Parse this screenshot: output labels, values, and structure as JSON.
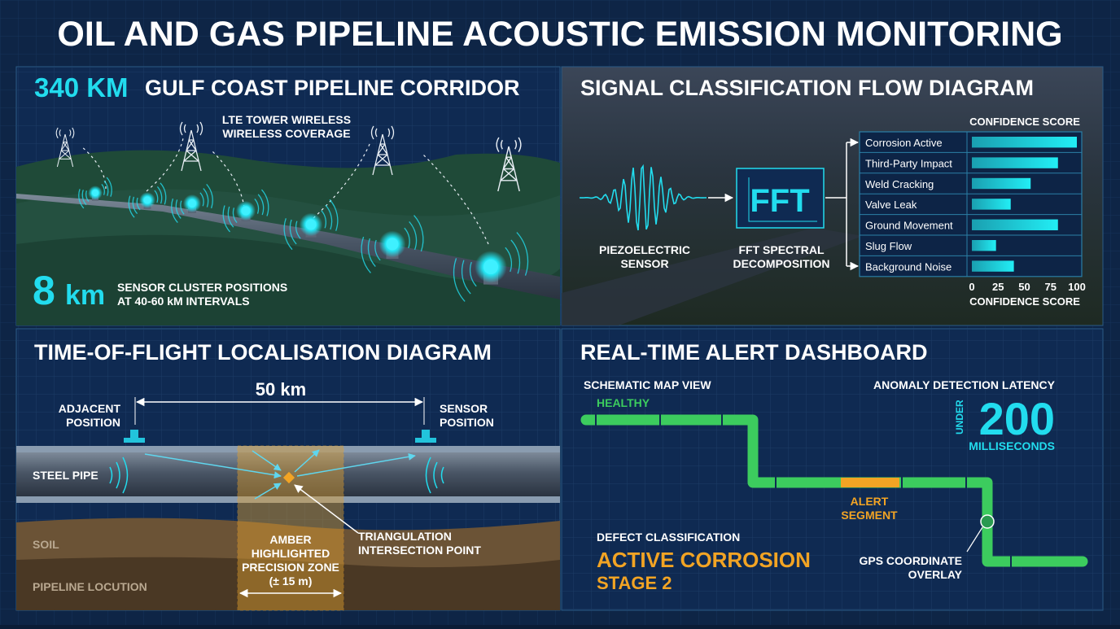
{
  "title": "OIL AND GAS PIPELINE ACOUSTIC EMISSION MONITORING",
  "colors": {
    "background": "#0e2546",
    "accent_cyan": "#22dcee",
    "healthy_green": "#3ccc5e",
    "alert_amber": "#f2a424",
    "border": "#2b5a86"
  },
  "corridor_panel": {
    "length_value": "340 KM",
    "title": "GULF COAST PIPELINE CORRIDOR",
    "tower_label_line1": "LTE TOWER WIRELESS",
    "tower_label_line2": "WIRELESS COVERAGE",
    "spacing_value": "8",
    "spacing_unit": "km",
    "spacing_label_line1": "SENSOR CLUSTER POSITIONS",
    "spacing_label_line2": "AT 40-60 kM INTERVALS",
    "icons": [
      "cell-tower-icon",
      "sensor-node-icon",
      "acoustic-wave-icon"
    ]
  },
  "signal_panel": {
    "title": "SIGNAL CLASSIFICATION FLOW DIAGRAM",
    "sensor_label_line1": "PIEZOELECTRIC",
    "sensor_label_line2": "SENSOR",
    "fft_box": "FFT",
    "fft_label_line1": "FFT SPECTRAL",
    "fft_label_line2": "DECOMPOSITION"
  },
  "chart_data": {
    "type": "bar",
    "orientation": "horizontal",
    "title": "CONFIDENCE SCORE",
    "xlabel": "CONFIDENCE SCORE",
    "categories": [
      "Corrosion Active",
      "Third-Party Impact",
      "Weld Cracking",
      "Valve Leak",
      "Ground Movement",
      "Slug Flow",
      "Background Noise"
    ],
    "values": [
      100,
      82,
      56,
      37,
      82,
      23,
      40
    ],
    "xlim": [
      0,
      100
    ],
    "xticks": [
      "0",
      "25",
      "50",
      "75",
      "100"
    ],
    "bar_color": "#22dcee",
    "grid": false
  },
  "tof_panel": {
    "title": "TIME-OF-FLIGHT LOCALISATION DIAGRAM",
    "distance": "50 km",
    "adjacent_line1": "ADJACENT",
    "adjacent_line2": "POSITION",
    "sensor_line1": "SENSOR",
    "sensor_line2": "POSITION",
    "steel_pipe": "STEEL PIPE",
    "soil": "SOIL",
    "pipeline_location": "PIPELINE LOCUTION",
    "zone_line1": "AMBER",
    "zone_line2": "HIGHLIGHTED",
    "zone_line3": "PRECISION ZONE",
    "zone_line4": "(± 15 m)",
    "triangulation_line1": "TRIANGULATION",
    "triangulation_line2": "INTERSECTION POINT"
  },
  "alert_panel": {
    "title": "REAL-TIME ALERT DASHBOARD",
    "map_label": "SCHEMATIC MAP VIEW",
    "healthy": "HEALTHY",
    "latency_label": "ANOMALY DETECTION LATENCY",
    "latency_prefix": "UNDER",
    "latency_value": "200",
    "latency_unit": "MILLISECONDS",
    "alert_line1": "ALERT",
    "alert_line2": "SEGMENT",
    "defect_label": "DEFECT CLASSIFICATION",
    "defect_line1": "ACTIVE CORROSION",
    "defect_line2": "STAGE 2",
    "gps_line1": "GPS COORDINATE",
    "gps_line2": "OVERLAY"
  }
}
